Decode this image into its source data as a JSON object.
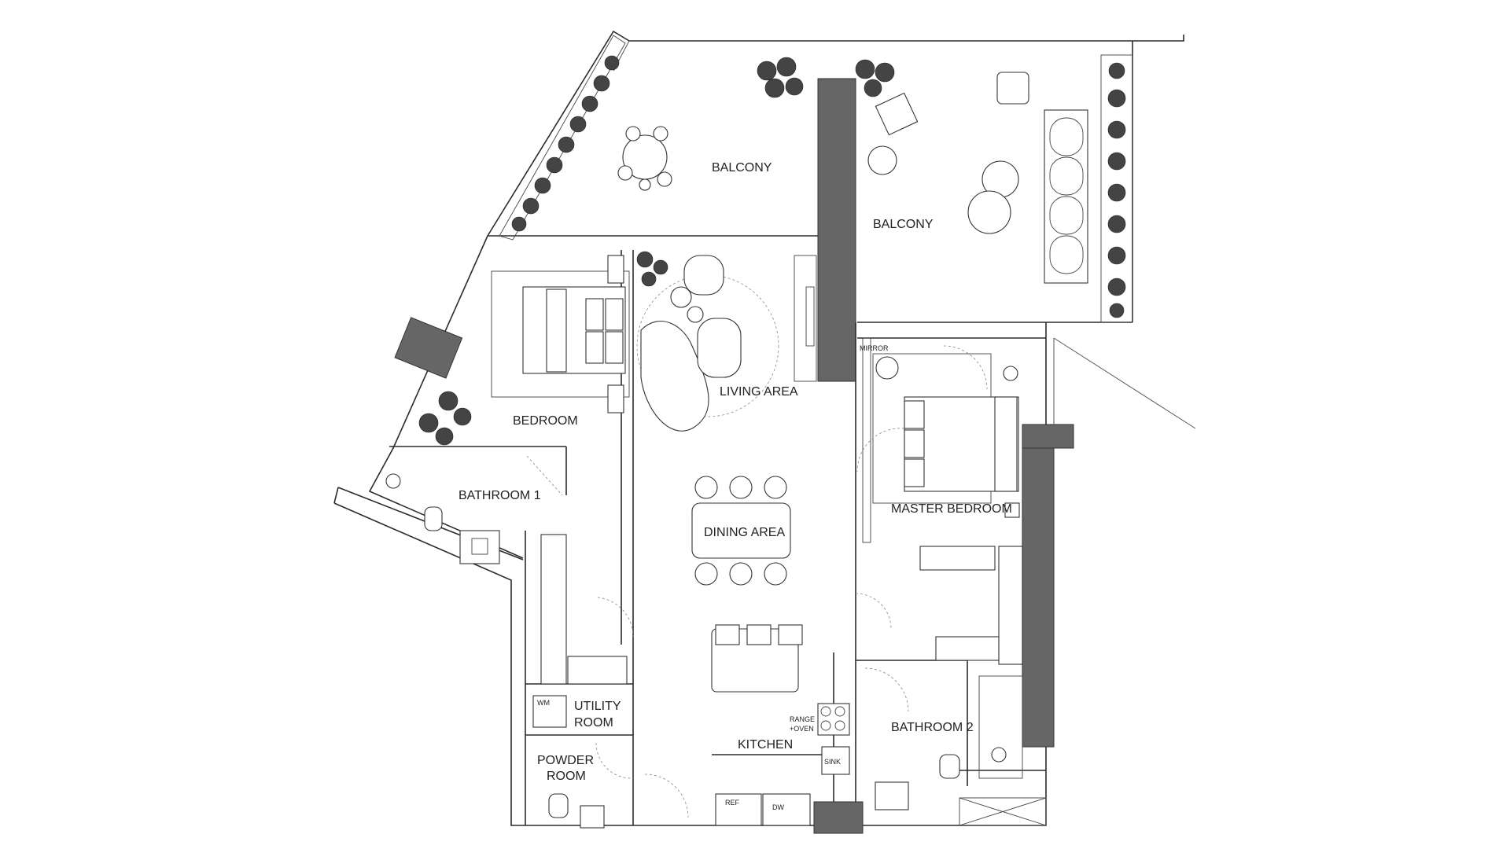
{
  "rooms": {
    "balcony_left": "BALCONY",
    "balcony_right": "BALCONY",
    "living_area": "LIVING AREA",
    "bedroom": "BEDROOM",
    "bathroom_1": "BATHROOM 1",
    "dining_area": "DINING AREA",
    "master_bedroom": "MASTER BEDROOM",
    "utility_room_line1": "UTILITY",
    "utility_room_line2": "ROOM",
    "powder_room_line1": "POWDER",
    "powder_room_line2": "ROOM",
    "kitchen": "KITCHEN",
    "bathroom_2": "BATHROOM 2"
  },
  "fixtures": {
    "mirror": "MIRROR",
    "wm": "WM",
    "range_line1": "RANGE",
    "range_line2": "+OVEN",
    "sink": "SINK",
    "ref": "REF",
    "dw": "DW"
  },
  "colors": {
    "wall": "#2b2b2b",
    "structural": "#666666",
    "background": "#ffffff"
  }
}
